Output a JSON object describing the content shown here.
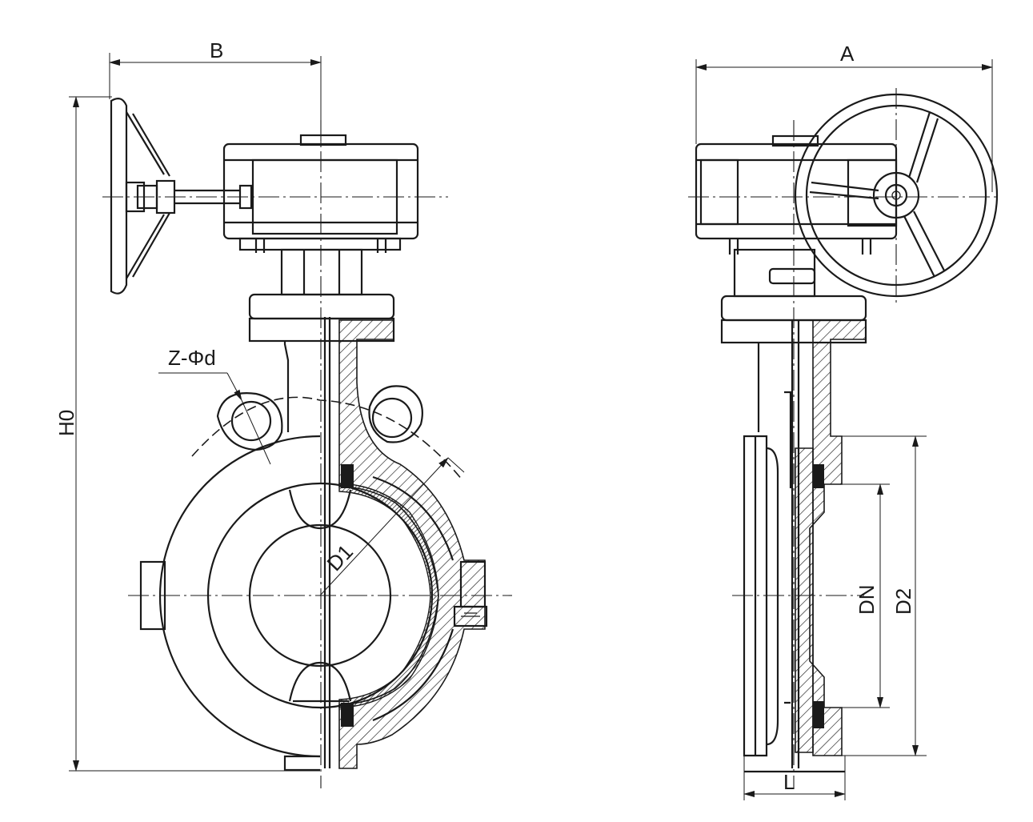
{
  "diagram": {
    "labels": {
      "B": "B",
      "A": "A",
      "H0": "H0",
      "Z_phi_d": "Z-Φd",
      "D1": "D1",
      "DN": "DN",
      "D2": "D2",
      "L": "L"
    },
    "colors": {
      "ink": "#1a1a1a",
      "paper": "#ffffff"
    }
  }
}
